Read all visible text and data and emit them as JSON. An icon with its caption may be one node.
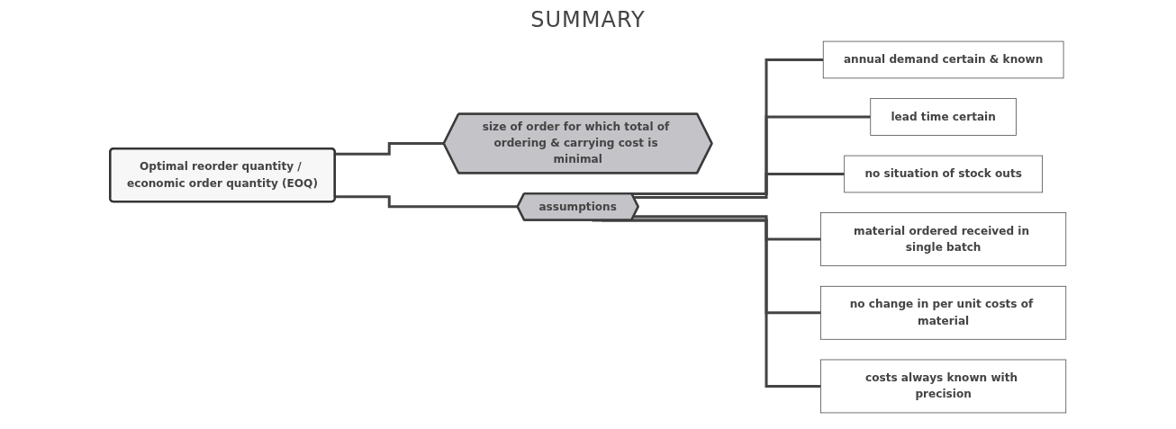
{
  "diagram": {
    "title": "SUMMARY",
    "nodes": [
      {
        "text": [
          "Optimal reorder quantity / economic order quantity (EOQ)"
        ]
      },
      {
        "text": [
          "size of order for which total of ordering & carrying cost is minimal"
        ]
      },
      {
        "text": [
          "assumptions"
        ]
      },
      {
        "text": [
          "annual demand certain & known"
        ]
      },
      {
        "text": [
          "lead time certain"
        ]
      },
      {
        "text": [
          "no situation of stock outs"
        ]
      },
      {
        "text": [
          "material ordered received in single batch"
        ]
      },
      {
        "text": [
          "no change in per unit costs of material"
        ]
      },
      {
        "text": [
          "costs always known with precision"
        ]
      }
    ],
    "edges": [
      {
        "from": 0,
        "to": 1,
        "arrow": "none"
      },
      {
        "from": 0,
        "to": 2,
        "arrow": "none"
      },
      {
        "from": 2,
        "to": 3,
        "arrow": "none"
      },
      {
        "from": 2,
        "to": 4,
        "arrow": "none"
      },
      {
        "from": 2,
        "to": 5,
        "arrow": "none"
      },
      {
        "from": 2,
        "to": 6,
        "arrow": "none"
      },
      {
        "from": 2,
        "to": 7,
        "arrow": "none"
      },
      {
        "from": 2,
        "to": 8,
        "arrow": "none"
      }
    ]
  }
}
